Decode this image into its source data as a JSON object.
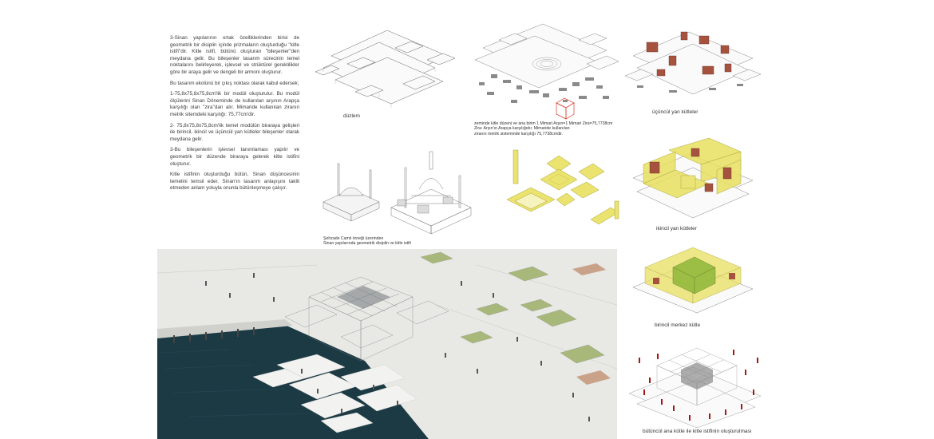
{
  "text": {
    "p1": "3-Sinan yapılarının ortak özelliklerinden birisi de geometrik bir disiplin içinde prizmaların oluşturduğu ''kitle istifi''dir. Kitle istifi, bütünü oluşturan ''bileşenler''den meydana gelir. Bu bileşenler tasarım sürecinin temel noktalarını belirleyerek, işlevsel ve strüktürel gereklilikler göre bir araya gelir ve dengeli bir armoni oluşturur.",
    "p2": "Bu tasarım ekolünü bir çıkış noktası olarak kabul edersek;",
    "p3": "1-75,8x75,8x75,8cm'lik bir modül oluşturulur. Bu modül ölçülerini Sinan Döneminde de kullanılan arşının Arapça karşılığı olan ''zira''dan alır. Mimaride kullanılan ziranın metrik sitemdeki karşılığı: 75,77cm'dir.",
    "p4": "2- 75,8x75,8x75,8cm'lik temel modülün biraraya gelişleri ile birincil, ikincil ve üçüncül yan kütleler bileşenler olarak meydana gelir.",
    "p5": "3-Bu bileşenlerin işlevsel tanımlaması yapılır ve geometrik bir düzende biraraya gelerek kitle istifini oluşturur.",
    "p6": "Kitle istifinin oluşturduğu bütün, Sinan düşüncesinin temelini temsil eder. Sinan'ın tasarım anlayışını taklit etmeden anlam yoluyla onunla bütünleşmeye çalışır."
  },
  "captions": {
    "duzlem": "düzlem",
    "ucuncul": "üçüncül yan kütleler",
    "zemin_line1": "zeminde kitle düzeni ve ana birim      1 Mimari Arşın=1 Mimari Zira=75,7738cm",
    "zemin_line2": "Zira: Arşın'ın Arapça karşılığıdır. Mimaride kullanılan",
    "zemin_line3": "ziranın metrik sisteminde karşılığı 75,7738cmdir.",
    "sehzade_line1": "Şehzade Camii örneği üzerinden",
    "sehzade_line2": "Sinan yapılarında geometrik disiplin ve kitle istifi",
    "ikincil": "ikincil yan kütleler",
    "birincil": "birincil merkez kütle",
    "butuncul": "bütüncül ana kütle ile kitle istifinin oluşturulması"
  },
  "colors": {
    "brick": "#a5533f",
    "yellow": "#e8e060",
    "yellow_stroke": "#a09a1e",
    "green": "#8fb83a",
    "water": "#1b3a44",
    "grass": "#a7b87a",
    "red_figure": "#a01818",
    "grid_box": "#d83a2a"
  }
}
